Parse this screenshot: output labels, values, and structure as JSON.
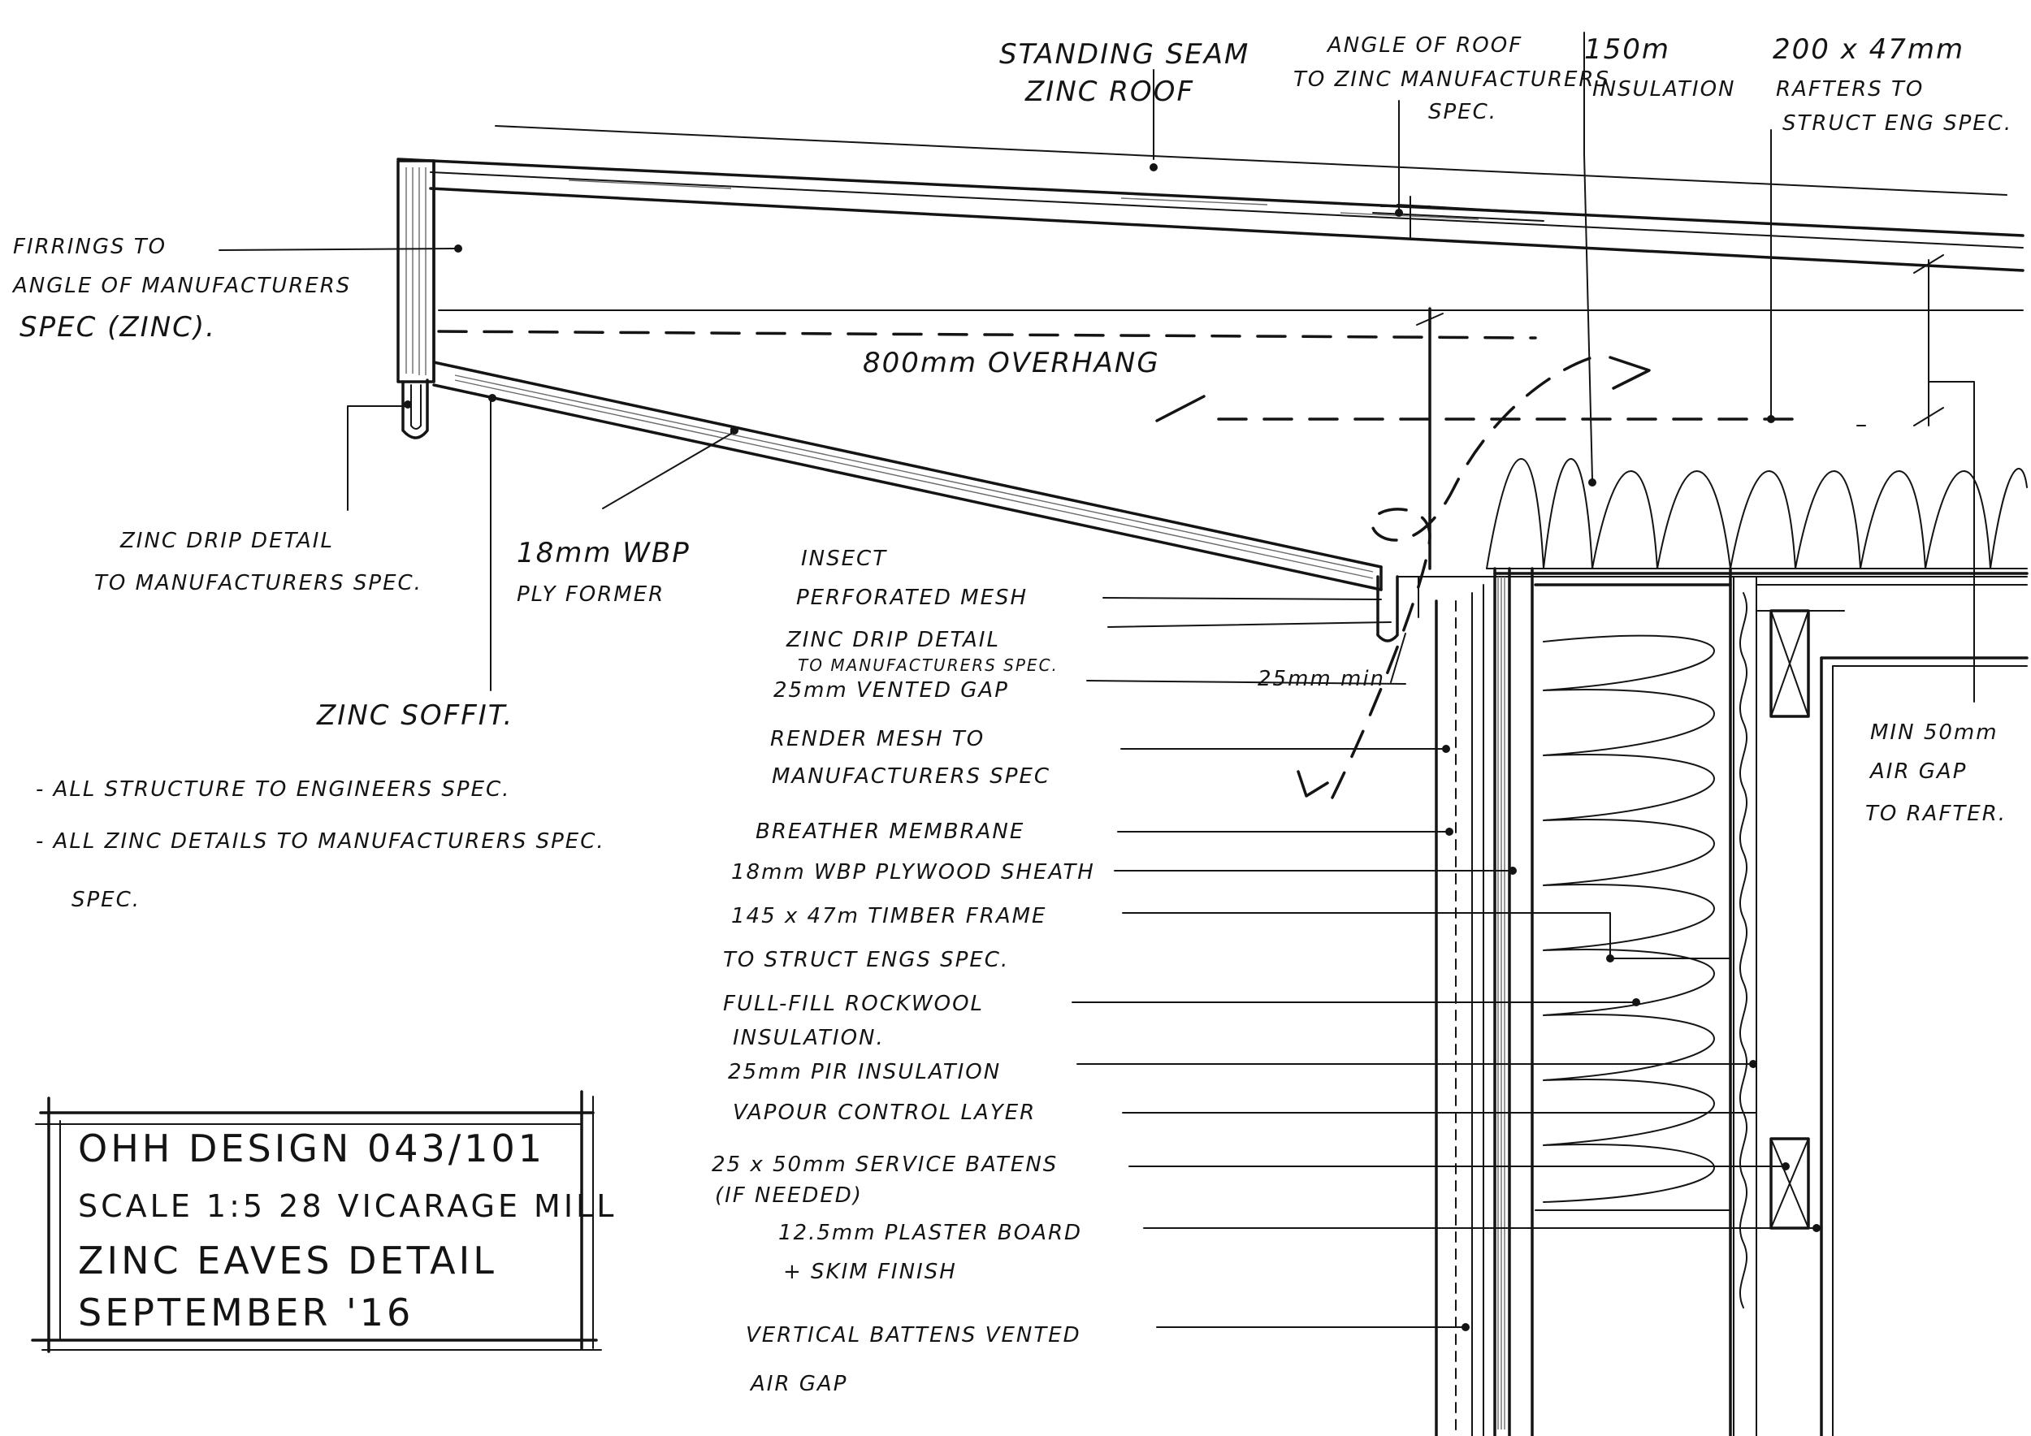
{
  "labels": {
    "standing_seam": [
      "STANDING SEAM",
      "ZINC ROOF"
    ],
    "angle_of_roof": [
      "ANGLE OF ROOF",
      "TO ZINC MANUFACTURERS",
      "SPEC."
    ],
    "insulation_150": [
      "150m",
      "INSULATION"
    ],
    "rafters": [
      "200 x 47mm",
      "RAFTERS TO",
      "STRUCT ENG SPEC."
    ],
    "firrings": [
      "FIRRINGS TO",
      "ANGLE OF MANUFACTURERS",
      "SPEC (ZINC)."
    ],
    "overhang": "800mm OVERHANG",
    "drip_left": [
      "ZINC DRIP DETAIL",
      "TO MANUFACTURERS SPEC."
    ],
    "ply_former": [
      "18mm WBP",
      "PLY FORMER"
    ],
    "soffit": "ZINC SOFFIT.",
    "min_gap_25": "25mm min",
    "air_gap_rafter": [
      "MIN 50mm",
      "AIR GAP",
      "TO RAFTER."
    ]
  },
  "notes": [
    "- ALL STRUCTURE TO ENGINEERS SPEC.",
    "- ALL ZINC DETAILS TO MANUFACTURERS SPEC."
  ],
  "title_block": {
    "line1": "OHH DESIGN   043/101",
    "line2": "SCALE 1:5  28 VICARAGE MILL",
    "line3": "ZINC EAVES DETAIL",
    "line4": "SEPTEMBER '16"
  },
  "wall_callouts": [
    {
      "text": "INSECT",
      "text2": "PERFORATED MESH"
    },
    {
      "text": "ZINC DRIP DETAIL",
      "text2": "TO MANUFACTURERS SPEC."
    },
    {
      "text": "25mm VENTED GAP",
      "text2": ""
    },
    {
      "text": "RENDER MESH TO",
      "text2": "MANUFACTURERS SPEC"
    },
    {
      "text": "BREATHER MEMBRANE",
      "text2": ""
    },
    {
      "text": "18mm WBP PLYWOOD SHEATH",
      "text2": ""
    },
    {
      "text": "145 x 47m TIMBER FRAME",
      "text2": "TO STRUCT ENGS SPEC."
    },
    {
      "text": "FULL-FILL ROCKWOOL",
      "text2": "INSULATION."
    },
    {
      "text": "25mm PIR INSULATION",
      "text2": ""
    },
    {
      "text": "VAPOUR CONTROL LAYER",
      "text2": ""
    },
    {
      "text": "25 x 50mm SERVICE BATENS",
      "text2": "(IF NEEDED)"
    },
    {
      "text": "12.5mm PLASTER BOARD",
      "text2": "+ SKIM FINISH"
    },
    {
      "text": "VERTICAL BATTENS VENTED",
      "text2": "AIR GAP"
    }
  ]
}
